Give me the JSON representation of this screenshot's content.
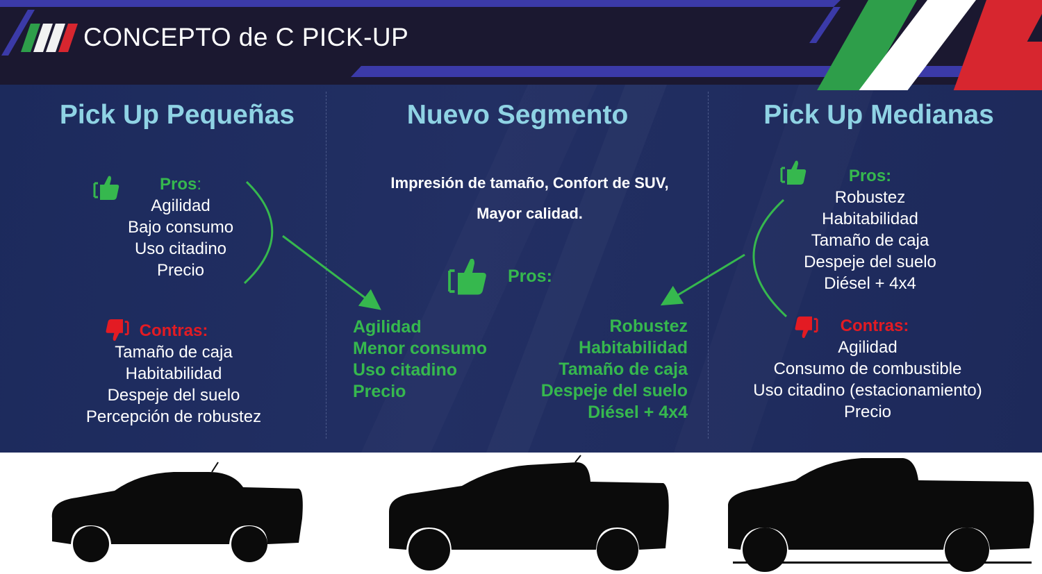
{
  "header": {
    "title": "CONCEPTO de C PICK-UP"
  },
  "colors": {
    "green": "#36b84e",
    "red": "#e31b23",
    "title_blue": "#8fd3e4",
    "panel": "#1f2b5e",
    "accent_blue": "#3b3aa8"
  },
  "columns": {
    "left": {
      "title": "Pick Up Pequeñas",
      "pros_label": "Pros",
      "pros_colon": ":",
      "pros": [
        "Agilidad",
        "Bajo consumo",
        "Uso citadino",
        "Precio"
      ],
      "cons_label": "Contras:",
      "cons": [
        "Tamaño de caja",
        "Habitabilidad",
        "Despeje del suelo",
        "Percepción de robustez"
      ]
    },
    "center": {
      "title": "Nuevo Segmento",
      "tagline_1": "Impresión de tamaño, Confort de SUV,",
      "tagline_2": "Mayor calidad.",
      "pros_label": "Pros:",
      "pros_left": [
        "Agilidad",
        "Menor consumo",
        "Uso citadino",
        "Precio"
      ],
      "pros_right": [
        "Robustez",
        "Habitabilidad",
        "Tamaño de caja",
        "Despeje del suelo",
        "Diésel + 4x4"
      ]
    },
    "right": {
      "title": "Pick Up Medianas",
      "pros_label": "Pros:",
      "pros": [
        "Robustez",
        "Habitabilidad",
        "Tamaño de caja",
        "Despeje del suelo",
        "Diésel + 4x4"
      ],
      "cons_label": "Contras:",
      "cons": [
        "Agilidad",
        "Consumo de combustible",
        "Uso citadino (estacionamiento)",
        "Precio"
      ]
    }
  },
  "icons": [
    "thumbs-up-icon",
    "thumbs-down-icon",
    "pickup-silhouette"
  ]
}
